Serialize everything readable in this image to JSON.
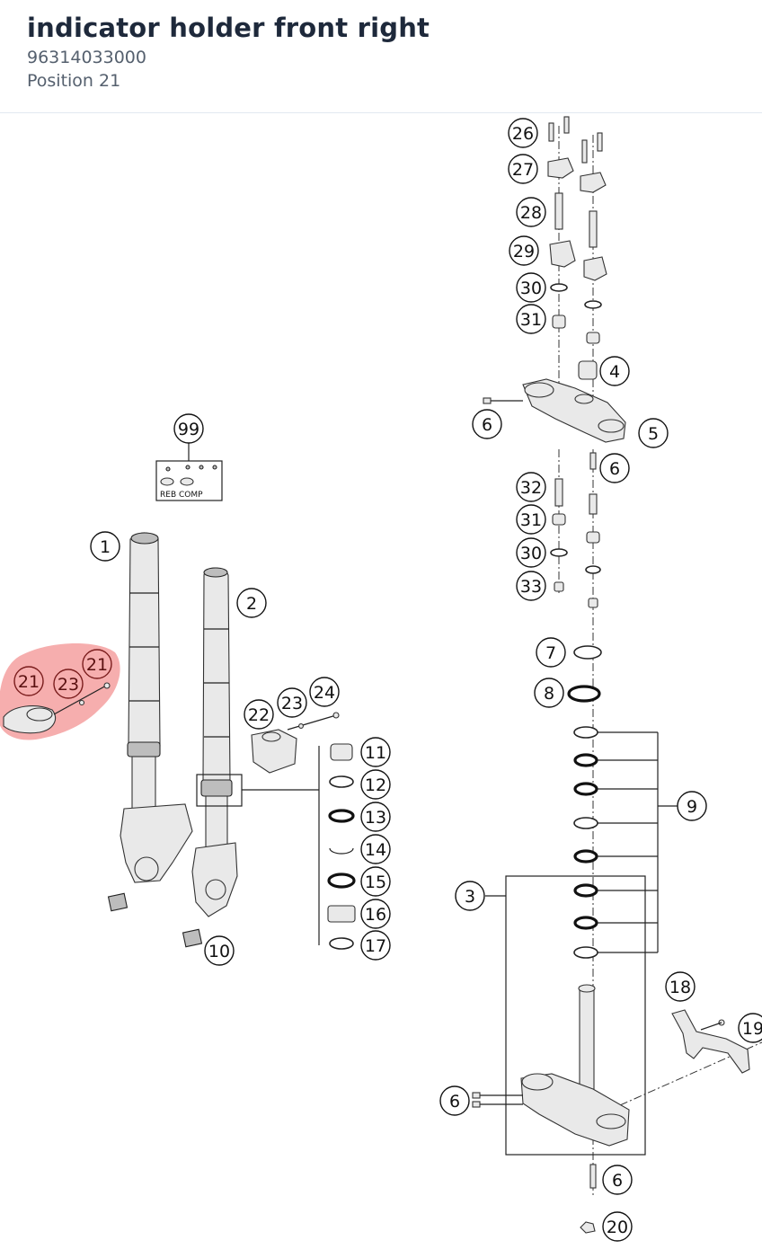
{
  "header": {
    "title": "indicator holder front right",
    "part_number": "96314033000",
    "position": "Position 21"
  },
  "diagram": {
    "highlight_color": "#f4a0a0",
    "box_label": "REB COMP",
    "callouts": [
      "1",
      "2",
      "3",
      "4",
      "5",
      "6",
      "7",
      "8",
      "9",
      "10",
      "11",
      "12",
      "13",
      "14",
      "15",
      "16",
      "17",
      "18",
      "19",
      "20",
      "21",
      "22",
      "23",
      "24",
      "26",
      "27",
      "28",
      "29",
      "30",
      "31",
      "32",
      "33",
      "99"
    ],
    "highlighted": [
      "21",
      "23",
      "21"
    ]
  }
}
